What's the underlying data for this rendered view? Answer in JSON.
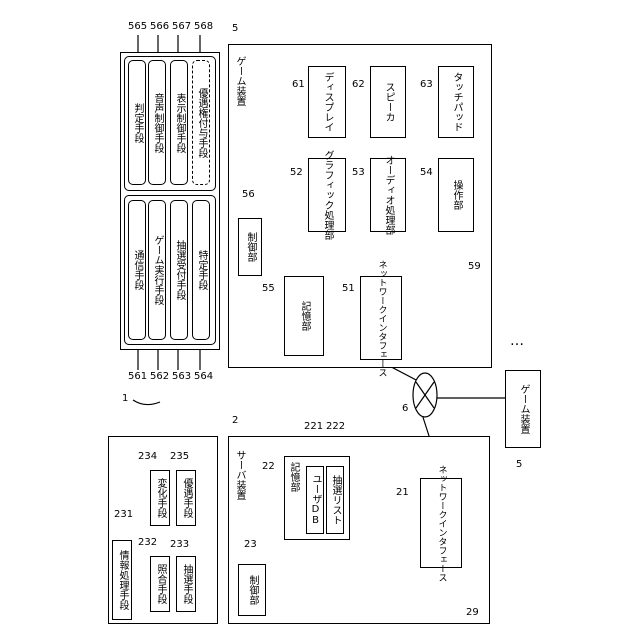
{
  "system_ref": "1",
  "game_device": {
    "ref": "5",
    "title": "ゲーム装置",
    "control": {
      "label": "制御部",
      "ref": "56"
    },
    "display": {
      "label": "ディスプレイ",
      "ref": "61"
    },
    "speaker": {
      "label": "スピーカ",
      "ref": "62"
    },
    "touchpad": {
      "label": "タッチパッド",
      "ref": "63"
    },
    "graphic": {
      "label": "グラフィック処理部",
      "ref": "52"
    },
    "audio": {
      "label": "オーディオ処理部",
      "ref": "53"
    },
    "operation": {
      "label": "操作部",
      "ref": "54"
    },
    "storage": {
      "label": "記憶部",
      "ref": "55"
    },
    "network_if": {
      "label": "ネットワークインタフェース",
      "ref": "51"
    },
    "bus_ref": "59"
  },
  "game_means": {
    "left": [
      {
        "label": "通信手段",
        "ref": "561"
      },
      {
        "label": "ゲーム実行手段",
        "ref": "562"
      },
      {
        "label": "抽選受付手段",
        "ref": "563"
      },
      {
        "label": "特定手段",
        "ref": "564"
      }
    ],
    "right": [
      {
        "label": "判定手段",
        "ref": "565"
      },
      {
        "label": "音声制御手段",
        "ref": "566"
      },
      {
        "label": "表示制御手段",
        "ref": "567"
      },
      {
        "label": "優遇権付与手段",
        "ref": "568"
      }
    ]
  },
  "server": {
    "ref": "2",
    "title": "サーバ装置",
    "control": {
      "label": "制御部",
      "ref": "23"
    },
    "storage": {
      "label": "記憶部",
      "ref": "22"
    },
    "user_db": {
      "label": "ユーザDB",
      "ref": "221"
    },
    "lottery_list": {
      "label": "抽選リスト",
      "ref": "222"
    },
    "network_if": {
      "label": "ネットワークインタフェース",
      "ref": "21"
    },
    "bus_ref": "29"
  },
  "server_means": {
    "group": {
      "label": "情報処理手段",
      "ref": "231"
    },
    "items": [
      {
        "label": "照合手段",
        "ref": "232"
      },
      {
        "label": "抽選手段",
        "ref": "233"
      },
      {
        "label": "変化手段",
        "ref": "234"
      },
      {
        "label": "優遇手段",
        "ref": "235"
      }
    ]
  },
  "network_ref": "6",
  "other_game_device": {
    "label": "ゲーム装置",
    "ref": "5"
  },
  "ellipsis": "…"
}
